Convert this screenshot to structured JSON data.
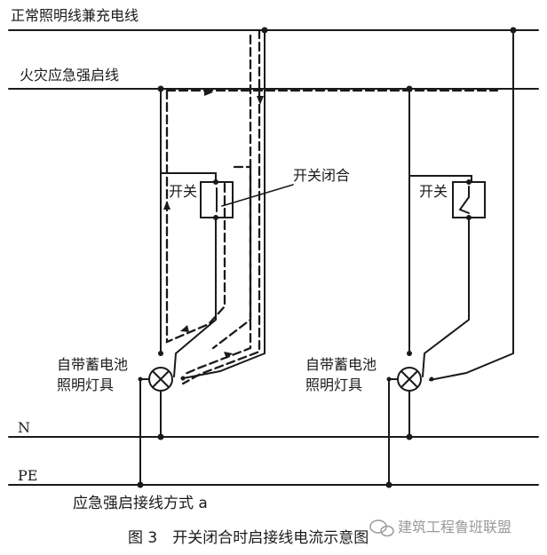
{
  "labels": {
    "normal_line": "正常照明线兼充电线",
    "fire_line": "火灾应急强启线",
    "switch_left": "开关",
    "switch_closed": "开关闭合",
    "switch_right": "开关",
    "lamp_left": [
      "自带蓄电池",
      "照明灯具"
    ],
    "lamp_right": [
      "自带蓄电池",
      "照明灯具"
    ],
    "n_line": "N",
    "pe_line": "PE",
    "method": "应急强启接线方式 a",
    "caption": "图 3　开关闭合时启接线电流示意图",
    "watermark": "建筑工程鲁班联盟"
  },
  "colors": {
    "line": "#1a1a1a",
    "background": "#ffffff",
    "watermark": "#9a9a9a"
  }
}
